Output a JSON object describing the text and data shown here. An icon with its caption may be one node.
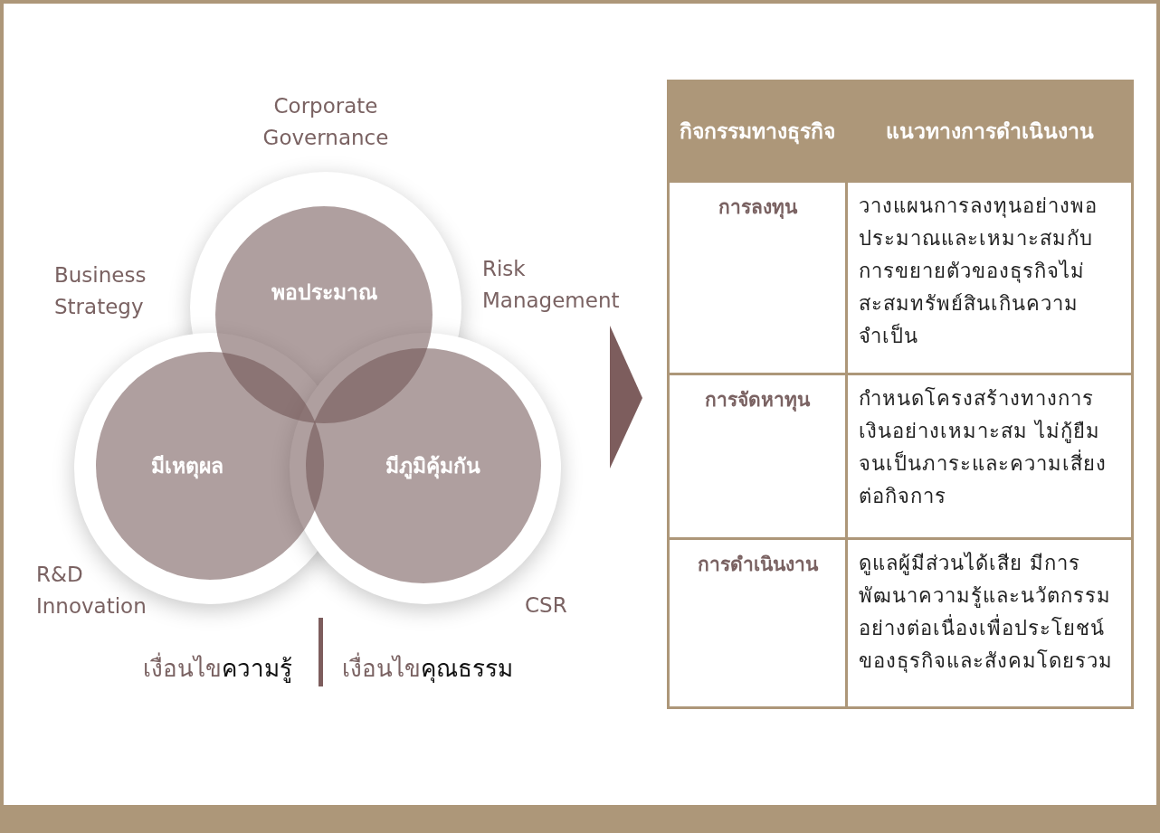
{
  "diagram": {
    "nodes": [
      {
        "text": [
          "พอประมาณ"
        ]
      },
      {
        "text": [
          "มีเหตุผล"
        ]
      },
      {
        "text": [
          "มีภูมิคุ้มกัน"
        ]
      }
    ],
    "edges": [],
    "labels": [
      "Corporate Governance",
      "Business Strategy",
      "Risk Management",
      "R&D Innovation",
      "CSR",
      "เงื่อนไข**ความรู้**",
      "เงื่อนไข**คุณธรรม**",
      "กิจกรรมทางธุรกิจ",
      "แนวทางการดำเนินงาน",
      "การลงทุน",
      "วางแผนการลงทุนอย่างพอประมาณและเหมาะสมกับการขยายตัวของธุรกิจไม่สะสมทรัพย์สินเกินความจำเป็น",
      "การจัดหาทุน",
      "กำหนดโครงสร้างทางการเงินอย่างเหมาะสม ไม่กู้ยืมจนเป็นภาระและความเสี่ยงต่อกิจการ",
      "การดำเนินงาน",
      "ดูแลผู้มีส่วนได้เสีย มีการพัฒนาความรู้และนวัตกรรมอย่างต่อเนื่องเพื่อประโยชน์ของธุรกิจและสังคมโดยรวม"
    ]
  }
}
